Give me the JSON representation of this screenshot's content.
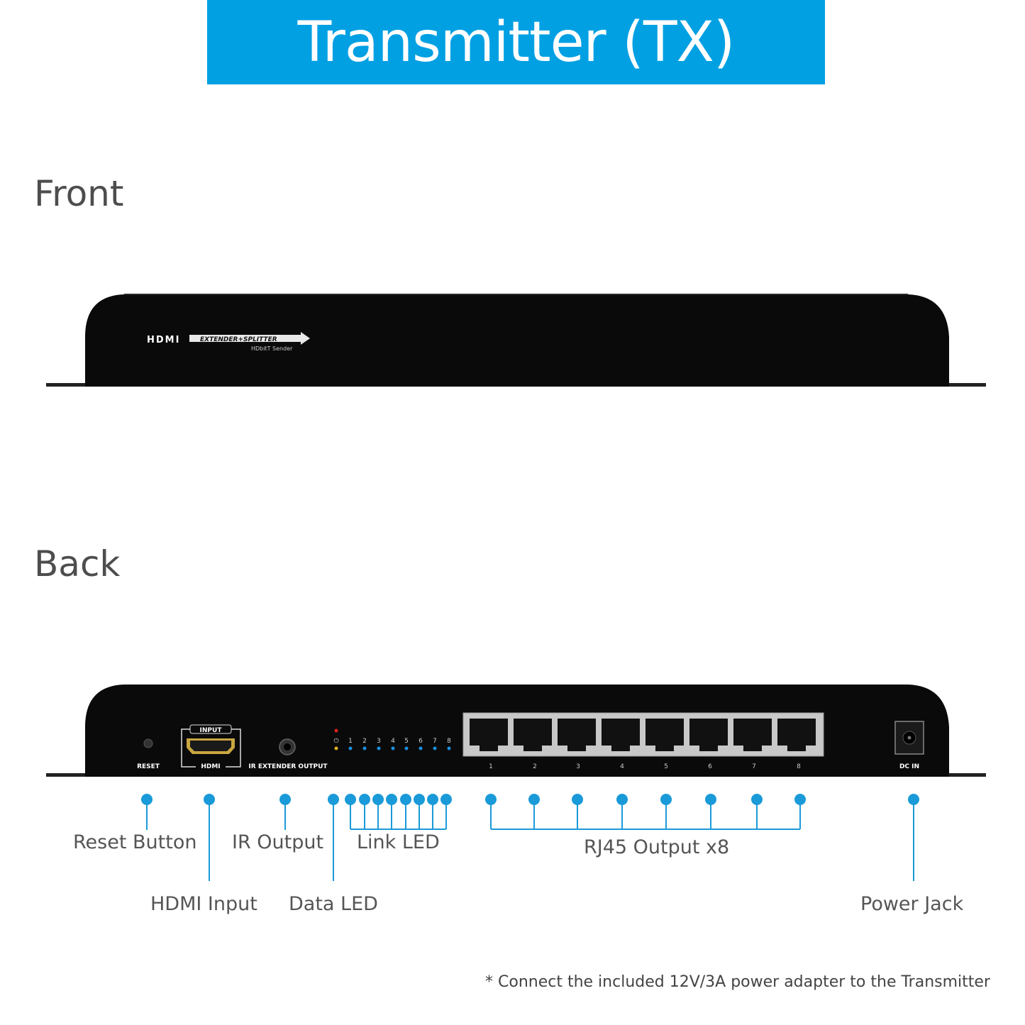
{
  "header": {
    "title": "Transmitter (TX)"
  },
  "sections": {
    "front": "Front",
    "back": "Back"
  },
  "front_panel": {
    "brand_left": "HDMI",
    "brand_right": "EXTENDER+SPLITTER",
    "sub_label": "HDbitT Sender"
  },
  "back_panel": {
    "reset_label": "RESET",
    "input_label": "INPUT",
    "hdmi_label": "HDMI",
    "ir_label": "IR EXTENDER OUTPUT",
    "link_led_numbers": [
      "1",
      "2",
      "3",
      "4",
      "5",
      "6",
      "7",
      "8"
    ],
    "port_numbers": [
      "1",
      "2",
      "3",
      "4",
      "5",
      "6",
      "7",
      "8"
    ],
    "dc_label": "DC IN"
  },
  "callouts": {
    "reset_button": "Reset Button",
    "hdmi_input": "HDMI Input",
    "ir_output": "IR Output",
    "data_led": "Data LED",
    "link_led": "Link LED",
    "rj45_output": "RJ45 Output x8",
    "power_jack": "Power Jack"
  },
  "footnote": "* Connect the included 12V/3A power adapter to the Transmitter",
  "colors": {
    "accent": "#00a0e3",
    "leader": "#1a9ad8",
    "device_body": "#0a0a0a"
  }
}
